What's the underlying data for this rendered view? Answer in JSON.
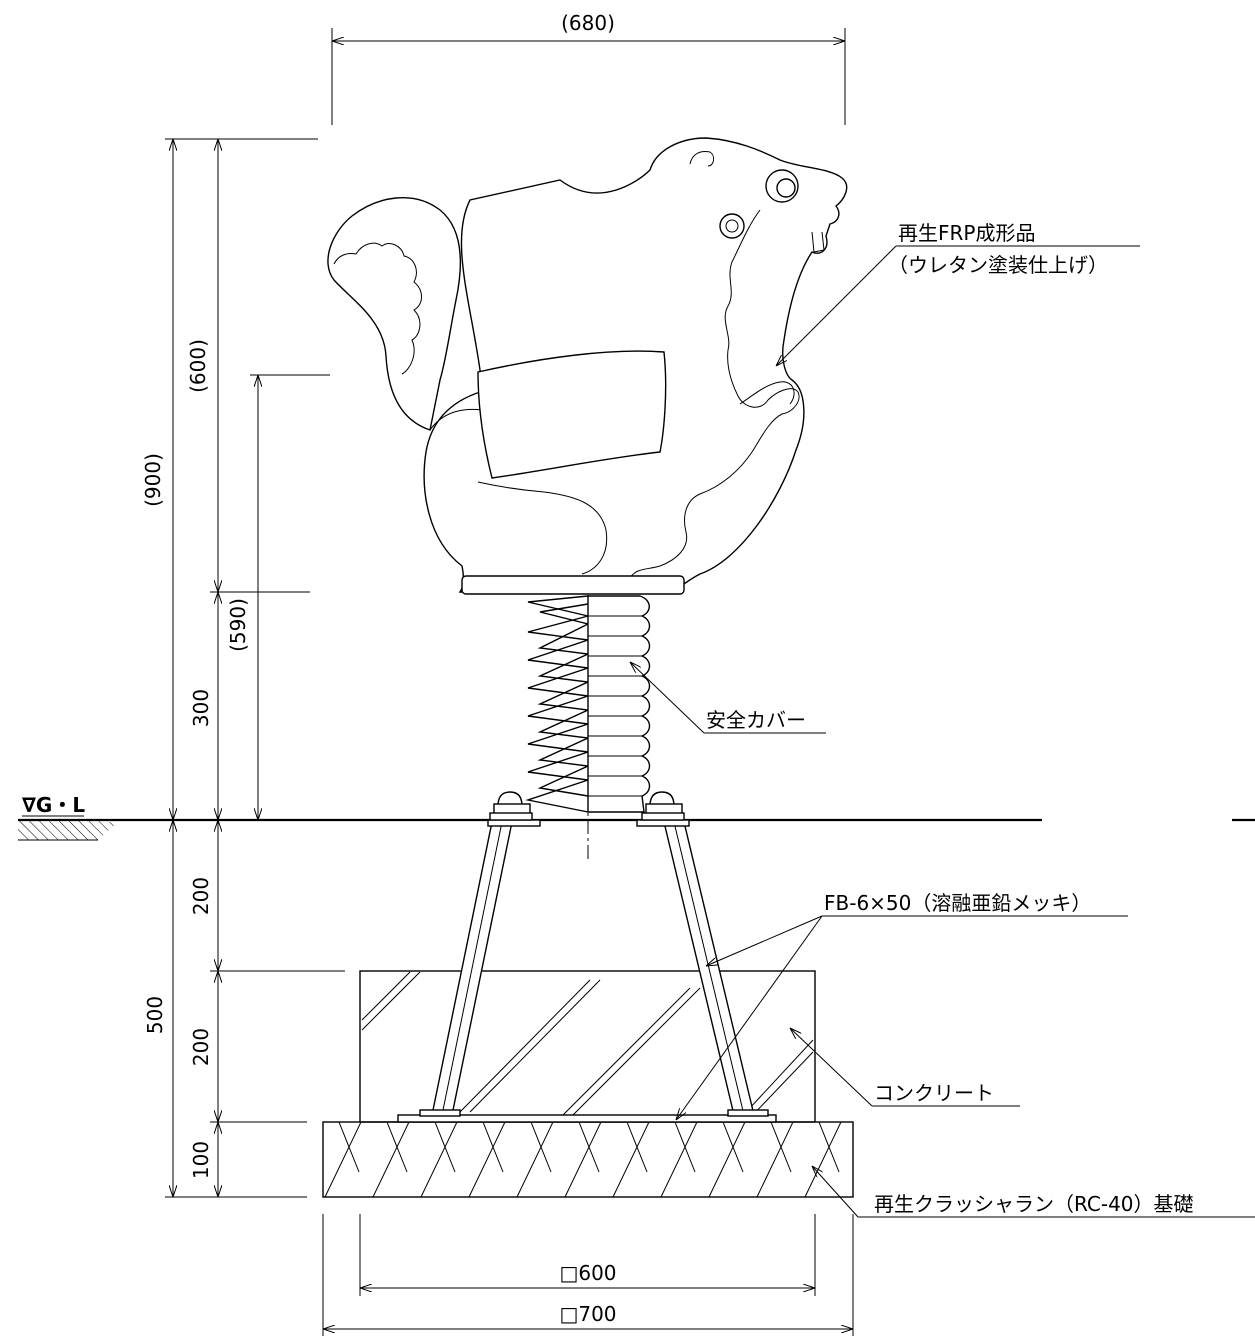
{
  "dimensions": {
    "overall_width": "(680)",
    "total_height": "(900)",
    "body_height": "(600)",
    "seat_height": "(590)",
    "spring_height": "300",
    "foundation_depth": "500",
    "upper_depth": "200",
    "concrete_depth": "200",
    "gravel_depth": "100",
    "concrete_width": "□600",
    "gravel_width": "□700"
  },
  "ground_label": "∇G・L",
  "annotations": {
    "body_line1": "再生FRP成形品",
    "body_line2": "（ウレタン塗装仕上げ）",
    "spring_cover": "安全カバー",
    "flat_bar": "FB-6×50（溶融亜鉛メッキ）",
    "concrete": "コンクリート",
    "gravel": "再生クラッシャラン（RC-40）基礎"
  }
}
